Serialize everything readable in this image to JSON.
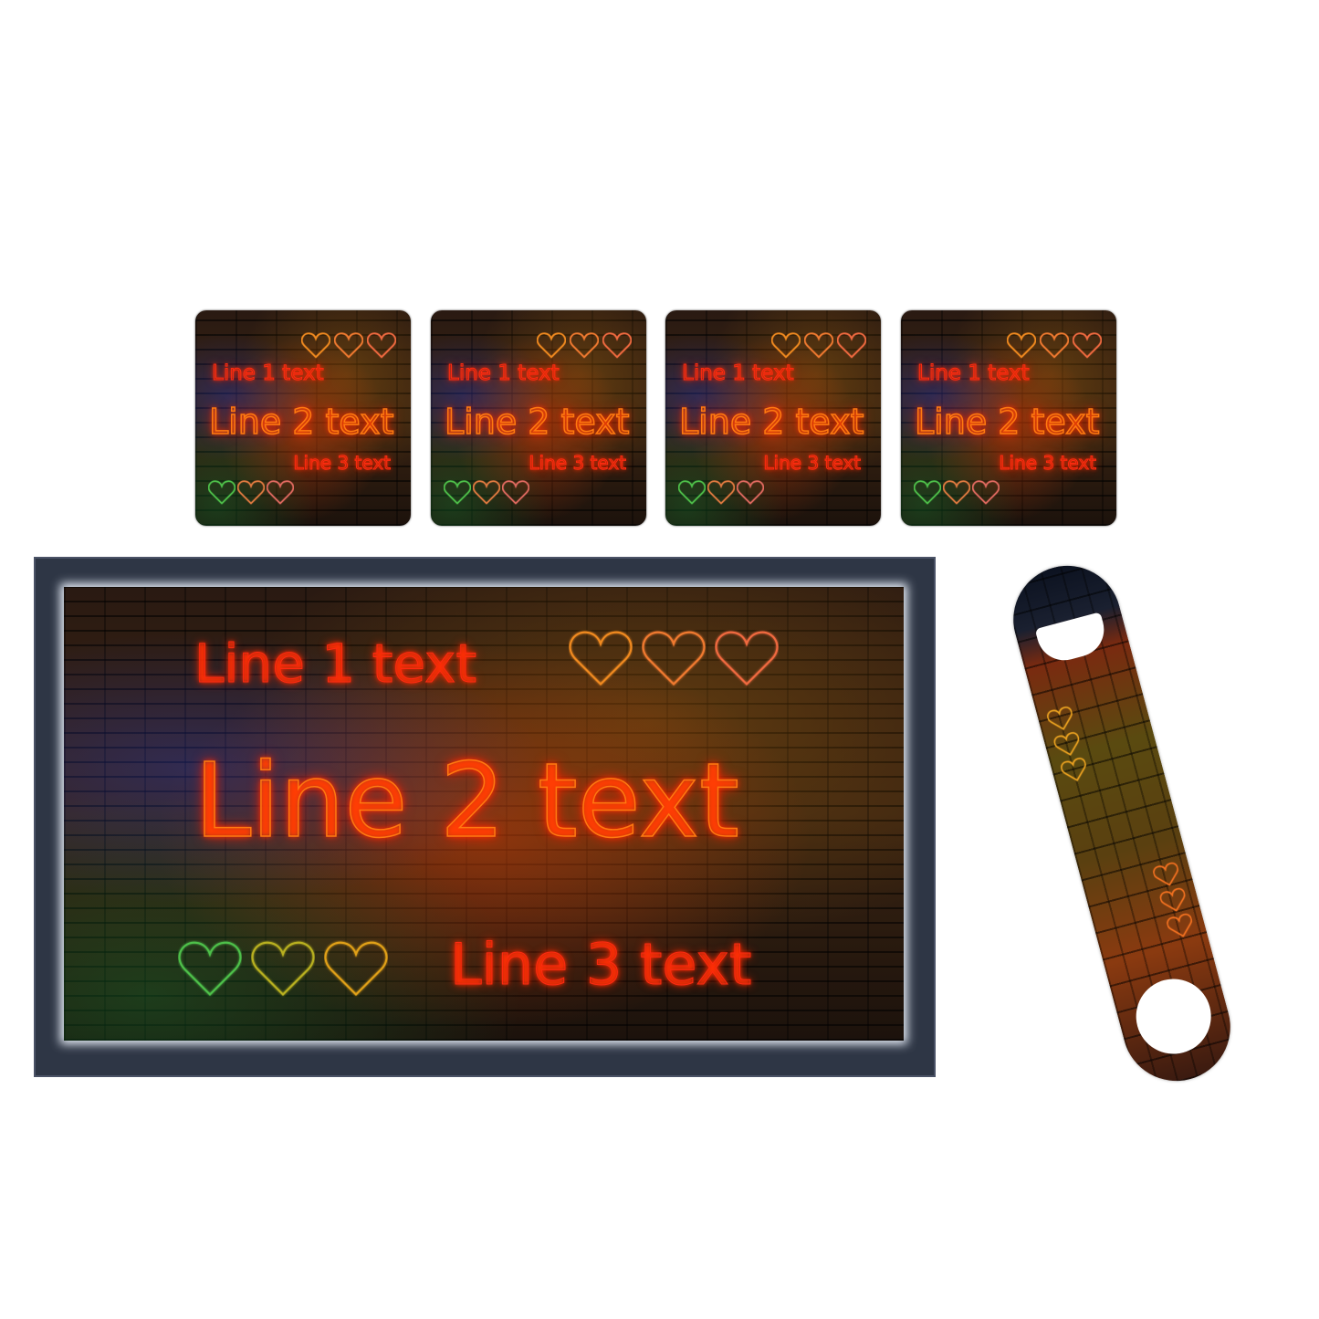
{
  "product_set": {
    "coasters": [
      {
        "line1": "Line 1 text",
        "line2": "Line 2 text",
        "line3": "Line 3 text"
      },
      {
        "line1": "Line 1 text",
        "line2": "Line 2 text",
        "line3": "Line 3 text"
      },
      {
        "line1": "Line 1 text",
        "line2": "Line 2 text",
        "line3": "Line 3 text"
      },
      {
        "line1": "Line 1 text",
        "line2": "Line 2 text",
        "line3": "Line 3 text"
      }
    ],
    "bar_mat": {
      "line1": "Line 1 text",
      "line2": "Line 2 text",
      "line3": "Line 3 text"
    },
    "colors": {
      "top_hearts": [
        "#f08a20",
        "#f07a30",
        "#f06a40"
      ],
      "bottom_hearts": [
        "#4ec04a",
        "#b8b020",
        "#e0a018"
      ],
      "coaster_bottom_hearts": [
        "#4ec04a",
        "#e07a40",
        "#e06a60"
      ],
      "opener_hearts": [
        "#e8a020",
        "#f07020"
      ]
    }
  }
}
